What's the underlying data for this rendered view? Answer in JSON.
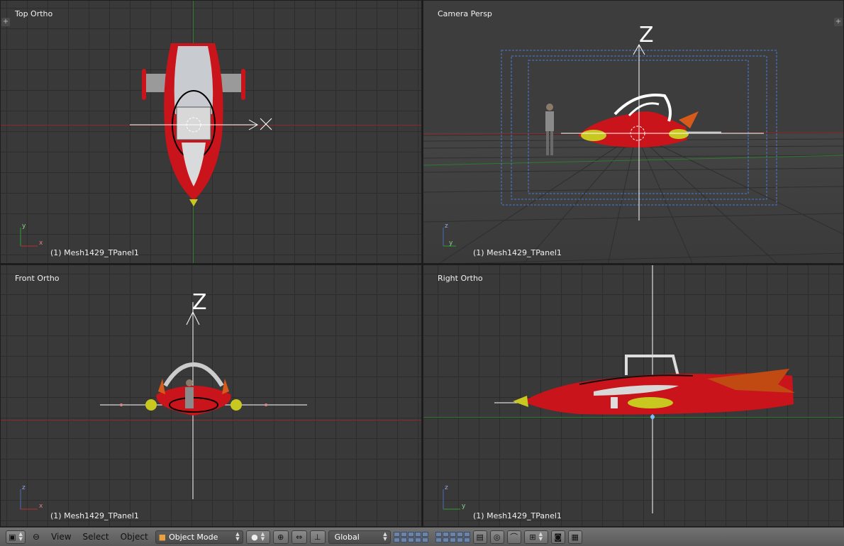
{
  "viewports": {
    "top_left": {
      "title": "Top Ortho",
      "object": "(1) Mesh1429_TPanel1"
    },
    "top_right": {
      "title": "Camera Persp",
      "object": "(1) Mesh1429_TPanel1"
    },
    "bottom_left": {
      "title": "Front Ortho",
      "object": "(1) Mesh1429_TPanel1"
    },
    "bottom_right": {
      "title": "Right Ortho",
      "object": "(1) Mesh1429_TPanel1"
    }
  },
  "corner_plus": "+",
  "axes": {
    "top": {
      "a": "y",
      "b": "x"
    },
    "camera": {
      "a": "z",
      "b": "y"
    },
    "front": {
      "a": "z",
      "b": "x"
    },
    "right": {
      "a": "z",
      "b": "y"
    },
    "big_z": "Z"
  },
  "statusbar": {
    "menu_view": "View",
    "menu_select": "Select",
    "menu_object": "Object",
    "mode_select": "Object Mode",
    "orientation_select": "Global"
  },
  "colors": {
    "ship_red": "#c8141a",
    "ship_yellow": "#c8c820",
    "grid": "#393939",
    "selection_dashes": "#4a7ad0"
  }
}
